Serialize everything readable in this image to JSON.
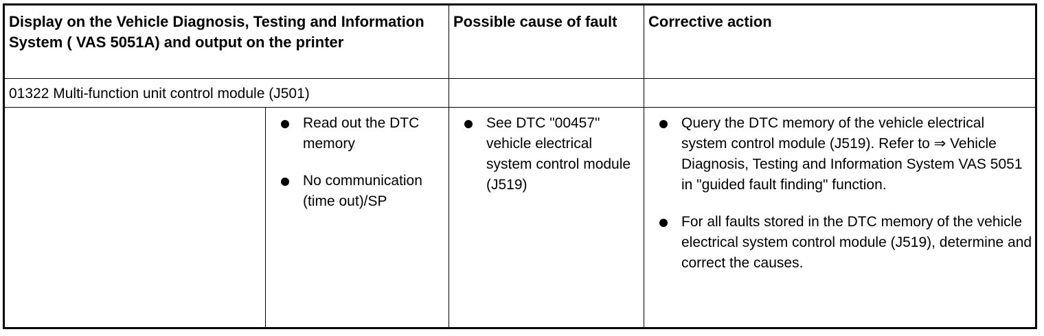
{
  "headers": {
    "display": "Display on the Vehicle Diagnosis, Testing and Information System ( VAS 5051A) and output on the printer",
    "cause": "Possible cause of fault",
    "action": "Corrective action"
  },
  "module_row": {
    "label": "01322 Multi-function unit control module (J501)"
  },
  "detail_row": {
    "display_items": [
      "Read out the DTC memory",
      "No communication (time out)/SP"
    ],
    "cause_items": [
      "See DTC \"00457\" vehicle electrical system control module (J519)"
    ],
    "action_items": [
      "Query the DTC memory of the vehicle electrical system control module (J519). Refer to ⇒ Vehicle Diagnosis, Testing and Information System VAS 5051 in \"guided fault finding\" function.",
      "For all faults stored in the DTC memory of the vehicle electrical system control module (J519), determine and correct the causes."
    ]
  }
}
